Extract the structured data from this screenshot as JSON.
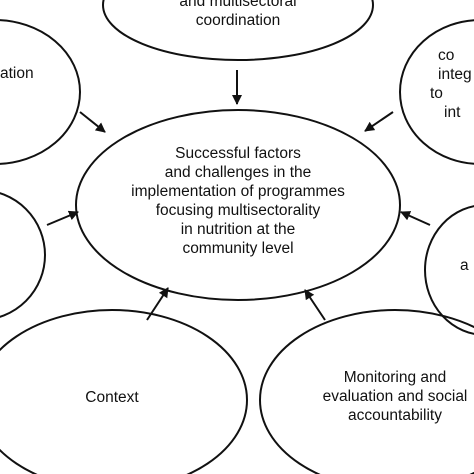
{
  "center": {
    "lines": [
      "Successful factors",
      "and challenges in the",
      "implementation of programmes",
      "focusing multisectorality",
      "in nutrition at the",
      "community level"
    ]
  },
  "top": {
    "lines": [
      "and multisectoral",
      "coordination"
    ]
  },
  "top_left": {
    "lines": [
      "ation"
    ]
  },
  "top_right": {
    "lines": [
      "co",
      "integ",
      "to",
      "int"
    ]
  },
  "right": {
    "lines": [
      "a"
    ]
  },
  "bottom_left": {
    "lines": [
      "Context"
    ]
  },
  "bottom_right": {
    "lines": [
      "Monitoring and",
      "evaluation and social",
      "accountability"
    ]
  },
  "colors": {
    "stroke": "#111111",
    "background": "#ffffff"
  }
}
